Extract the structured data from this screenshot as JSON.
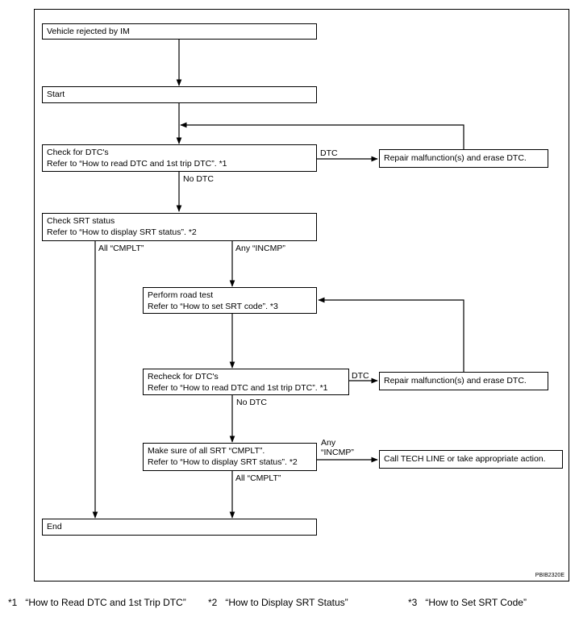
{
  "nodes": {
    "rejected": "Vehicle rejected by IM",
    "start": "Start",
    "check_dtc": [
      "Check for DTC's",
      "Refer to “How to read DTC and 1st trip DTC”. *1"
    ],
    "repair1": "Repair malfunction(s) and erase DTC.",
    "check_srt": [
      "Check SRT status",
      "Refer to “How to display SRT status”. *2"
    ],
    "road_test": [
      "Perform road test",
      "Refer to “How to set SRT code”. *3"
    ],
    "recheck_dtc": [
      "Recheck for DTC's",
      "Refer to “How to read DTC and 1st trip DTC”. *1"
    ],
    "repair2": "Repair malfunction(s) and erase DTC.",
    "make_sure": [
      "Make sure of all SRT “CMPLT”.",
      "Refer to “How to display SRT status”. *2"
    ],
    "call": "Call TECH LINE or take appropriate action.",
    "end": "End"
  },
  "edge_labels": {
    "dtc1": "DTC",
    "no_dtc1": "No DTC",
    "all_cmplt1": "All “CMPLT”",
    "any_incmp1": "Any “INCMP”",
    "dtc2": "DTC",
    "no_dtc2": "No DTC",
    "any_incmp2_a": "Any",
    "any_incmp2_b": "“INCMP”",
    "all_cmplt2": "All “CMPLT”"
  },
  "figure_code": "PBIB2320E",
  "footnotes": {
    "f1": "*1   “How to Read DTC and 1st Trip DTC”",
    "f2": "*2   “How to Display SRT Status”",
    "f3": "*3   “How to Set SRT Code”"
  }
}
